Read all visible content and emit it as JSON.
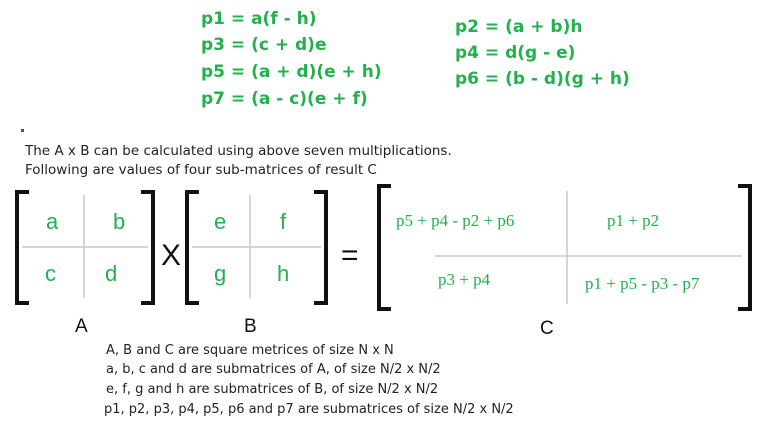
{
  "equations": {
    "p1": "p1 = a(f - h)",
    "p2": "p2 = (a + b)h",
    "p3": "p3 = (c + d)e",
    "p4": "p4 = d(g - e)",
    "p5": "p5 = (a + d)(e + h)",
    "p6": "p6 = (b - d)(g + h)",
    "p7": "p7 = (a - c)(e + f)"
  },
  "intro": {
    "line1": "The A x B can be calculated using above seven multiplications.",
    "line2": "Following are values of four sub-matrices of result C"
  },
  "matrix_a": {
    "cells": [
      "a",
      "b",
      "c",
      "d"
    ],
    "label": "A"
  },
  "multiply_sign": "X",
  "matrix_b": {
    "cells": [
      "e",
      "f",
      "g",
      "h"
    ],
    "label": "B"
  },
  "equals_sign": "=",
  "matrix_c": {
    "cells": [
      "p5 + p4 - p2 + p6",
      "p1 + p2",
      "p3 + p4",
      "p1 + p5 - p3 - p7"
    ],
    "label": "C"
  },
  "notes": [
    "A, B and C are square metrices of size N x N",
    "a, b, c and d are submatrices of A, of size N/2 x N/2",
    "e, f, g and h are submatrices of B, of size N/2 x N/2",
    "p1, p2, p3, p4, p5, p6 and p7 are submatrices of size N/2 x N/2"
  ],
  "colors": {
    "accent_green": "#22b14c",
    "text": "#222222",
    "bracket": "#111111",
    "divider": "#c8c8c8"
  }
}
